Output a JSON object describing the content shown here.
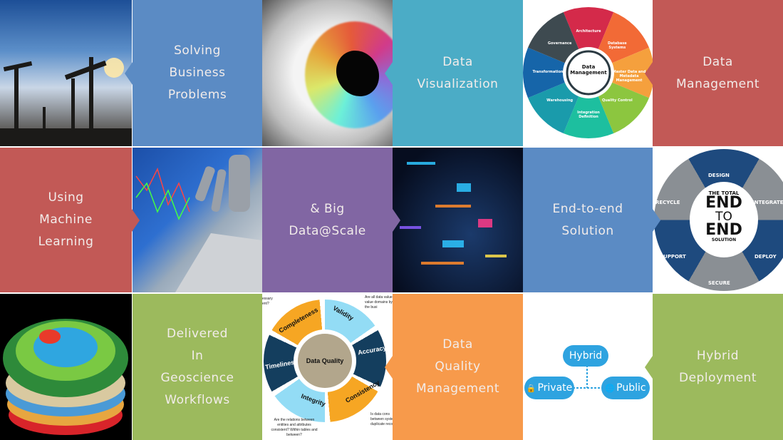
{
  "colors": {
    "blue": "#5b8bc4",
    "teal": "#4bacc6",
    "red": "#c25956",
    "purple": "#8166a3",
    "green": "#9cba5d",
    "orange": "#f79a4b"
  },
  "tiles": {
    "solving": {
      "lines": [
        "Solving",
        "Business",
        "Problems"
      ]
    },
    "dataviz": {
      "lines": [
        "Data",
        "Visualization"
      ]
    },
    "datamgmt": {
      "lines": [
        "Data",
        "Management"
      ]
    },
    "ml": {
      "lines": [
        "Using",
        "Machine",
        "Learning"
      ]
    },
    "bigdata": {
      "lines": [
        "& Big",
        "Data@Scale"
      ]
    },
    "e2e": {
      "lines": [
        "End-to-end",
        "Solution"
      ]
    },
    "geo": {
      "lines": [
        "Delivered",
        "In",
        "Geoscience",
        "Workflows"
      ]
    },
    "dq": {
      "lines": [
        "Data",
        "Quality",
        "Management"
      ]
    },
    "hybrid": {
      "lines": [
        "Hybrid",
        "Deployment"
      ]
    }
  },
  "dm_wheel": {
    "center": [
      "Data",
      "Management"
    ],
    "segments": [
      "Architecture",
      "Database Systems",
      "Master Data and Metadata Management",
      "Quality Control",
      "Integration Definition",
      "Warehousing",
      "Transformation",
      "Governance"
    ],
    "segment_colors": [
      "#d42a4a",
      "#f26a36",
      "#f5a03d",
      "#8cc63f",
      "#1dbf9f",
      "#1a9bab",
      "#1665a9",
      "#3e4a50"
    ]
  },
  "dq_diagram": {
    "center": "Data Quality",
    "segments": [
      "Completeness",
      "Validity",
      "Accuracy",
      "Consistency",
      "Integrity",
      "Timeliness"
    ],
    "notes": {
      "top_left": "essary ent?",
      "top_right": "Are all data value value domains by the busi",
      "bottom_left": "Are the relations between entities and attributes consistent? Within tables and between?",
      "bottom_right": "Is data cons between syste duplicate reco"
    }
  },
  "e2e_diagram": {
    "center": [
      "THE TOTAL",
      "END",
      "TO",
      "END",
      "SOLUTION"
    ],
    "segments": [
      "DESIGN",
      "INTEGRATE",
      "DEPLOY",
      "SECURE",
      "SUPPORT",
      "RECYCLE"
    ]
  },
  "hybrid_diagram": {
    "top": "Hybrid",
    "left": "Private",
    "right": "Public"
  }
}
